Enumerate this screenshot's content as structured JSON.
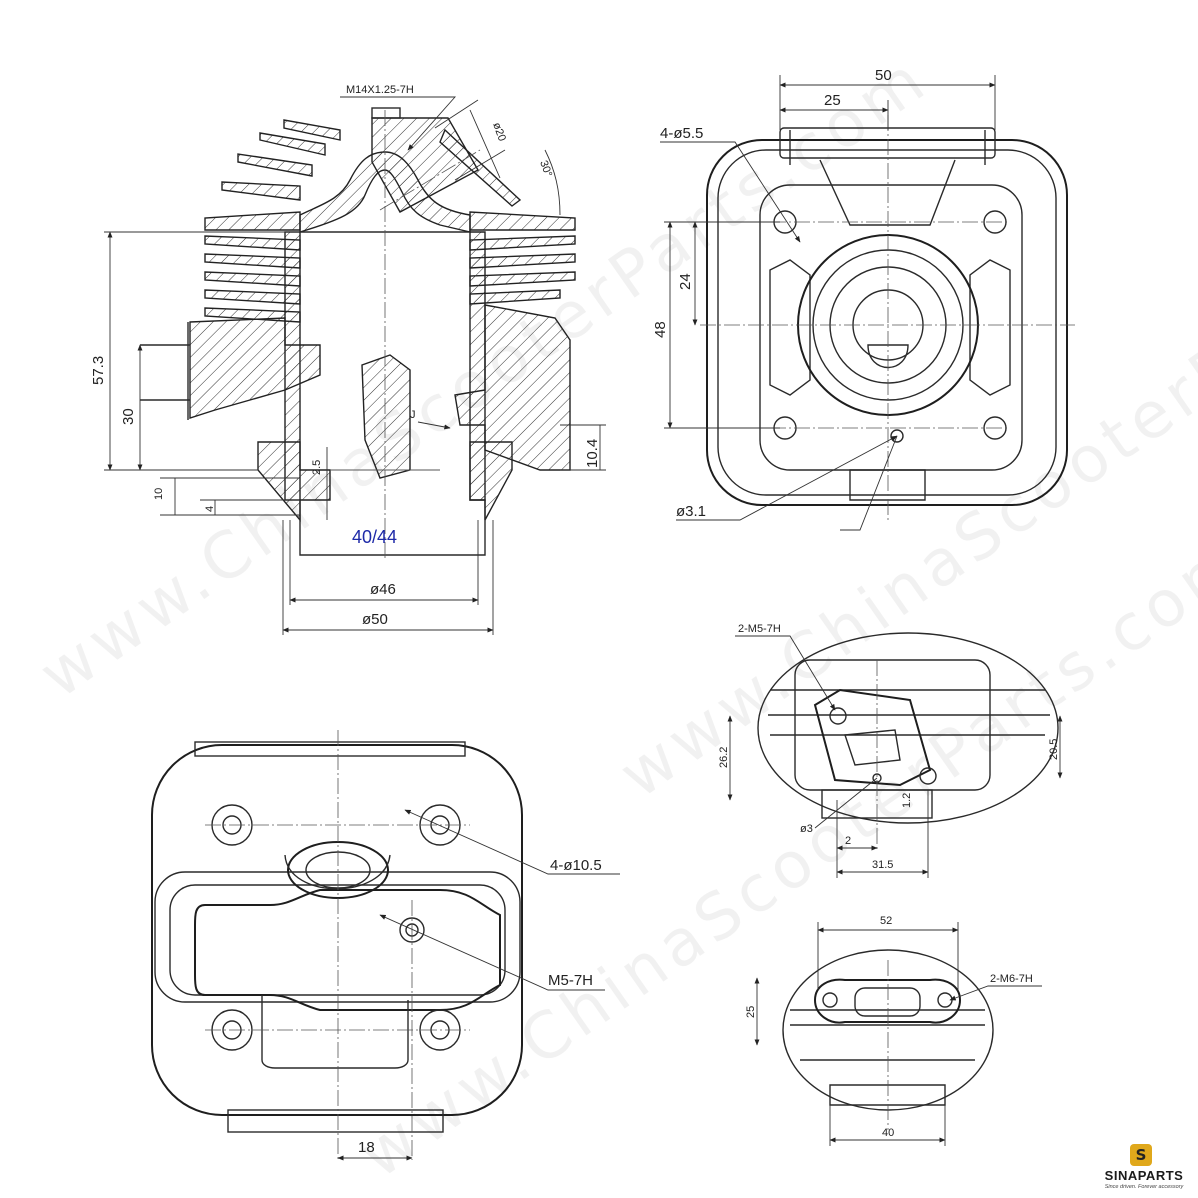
{
  "watermark": "www.ChinaScooterParts.com",
  "logo": {
    "name": "SINAPARTS",
    "tagline": "Since driven. Forever accessory",
    "badge": "S",
    "accent": "#e0a81b"
  },
  "accent_dimension_color": "#1e2aa8",
  "views": {
    "section": {
      "thread_label": "M14X1.25-7H",
      "spark_diameter": "ø20",
      "angle": "30°",
      "height_total": "57.3",
      "height_port": "30",
      "dim_10": "10",
      "dim_4": "4",
      "dim_2_5": "2.5",
      "dim_10_4": "10.4",
      "label_j": "J",
      "bore": "40/44",
      "dia_46": "ø46",
      "dia_50": "ø50"
    },
    "top": {
      "width_50": "50",
      "width_25": "25",
      "holes": "4-ø5.5",
      "height_48": "48",
      "height_24": "24",
      "hole_small": "ø3.1"
    },
    "front": {
      "holes": "4-ø10.5",
      "thread": "M5-7H",
      "width_18": "18"
    },
    "exhaust_detail": {
      "thread": "2-M5-7H",
      "h_26_2": "26.2",
      "h_20_5": "20.5",
      "h_1_2": "1.2",
      "dia_3": "ø3",
      "w_2": "2",
      "w_31_5": "31.5"
    },
    "intake_detail": {
      "width_52": "52",
      "thread": "2-M6-7H",
      "h_25": "25",
      "w_40": "40"
    }
  }
}
